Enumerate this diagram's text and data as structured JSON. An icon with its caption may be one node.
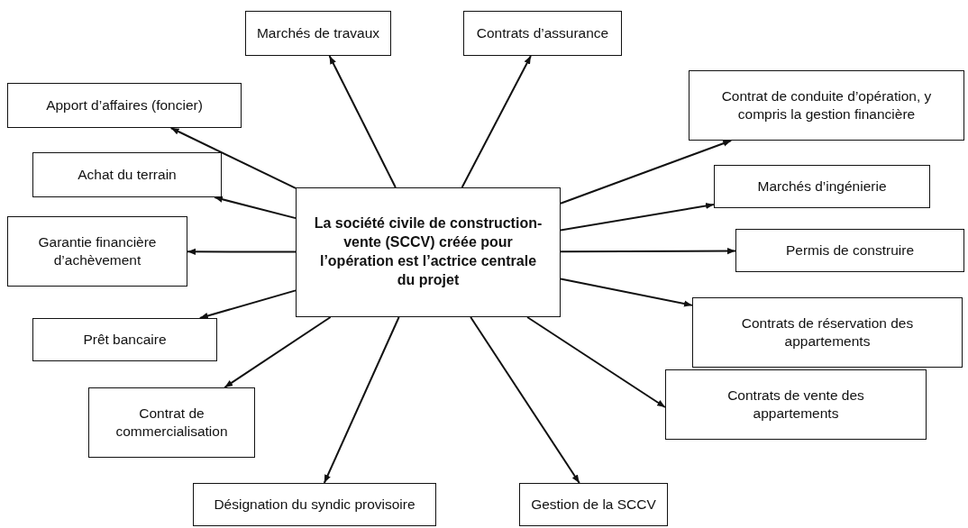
{
  "diagram": {
    "nodes": [
      {
        "text": [
          "La société civile de construction-vente (SCCV) créée pour l’opération est l’actrice centrale du projet"
        ]
      },
      {
        "text": [
          "Marchés de travaux"
        ]
      },
      {
        "text": [
          "Contrats d’assurance"
        ]
      },
      {
        "text": [
          "Apport d’affaires (foncier)"
        ]
      },
      {
        "text": [
          "Contrat de conduite d’opération, y compris la gestion financière"
        ]
      },
      {
        "text": [
          "Achat du terrain"
        ]
      },
      {
        "text": [
          "Marchés d’ingénierie"
        ]
      },
      {
        "text": [
          "Garantie financière d’achèvement"
        ]
      },
      {
        "text": [
          "Permis de construire"
        ]
      },
      {
        "text": [
          "Prêt bancaire"
        ]
      },
      {
        "text": [
          "Contrats de réservation des appartements"
        ]
      },
      {
        "text": [
          "Contrat de commercialisation"
        ]
      },
      {
        "text": [
          "Contrats de vente des appartements"
        ]
      },
      {
        "text": [
          "Désignation du syndic provisoire"
        ]
      },
      {
        "text": [
          "Gestion de la SCCV"
        ]
      }
    ],
    "edges": [
      {
        "from": 0,
        "to": 1,
        "arrow": "to"
      },
      {
        "from": 0,
        "to": 2,
        "arrow": "to"
      },
      {
        "from": 0,
        "to": 3,
        "arrow": "to"
      },
      {
        "from": 0,
        "to": 4,
        "arrow": "to"
      },
      {
        "from": 0,
        "to": 5,
        "arrow": "to"
      },
      {
        "from": 0,
        "to": 6,
        "arrow": "to"
      },
      {
        "from": 0,
        "to": 7,
        "arrow": "to"
      },
      {
        "from": 0,
        "to": 8,
        "arrow": "to"
      },
      {
        "from": 0,
        "to": 9,
        "arrow": "to"
      },
      {
        "from": 0,
        "to": 10,
        "arrow": "to"
      },
      {
        "from": 0,
        "to": 11,
        "arrow": "to"
      },
      {
        "from": 0,
        "to": 12,
        "arrow": "to"
      },
      {
        "from": 0,
        "to": 13,
        "arrow": "to"
      },
      {
        "from": 0,
        "to": 14,
        "arrow": "to"
      }
    ]
  }
}
